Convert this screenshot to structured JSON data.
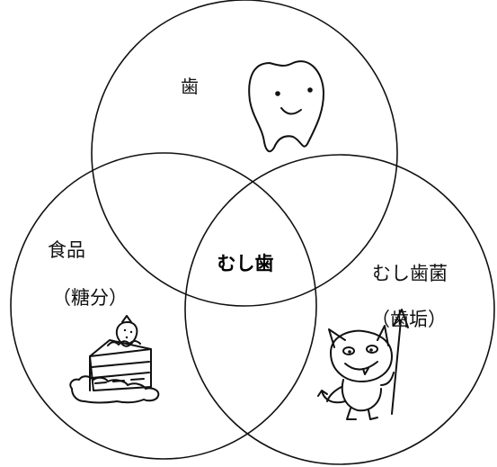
{
  "diagram": {
    "sets": {
      "tooth": {
        "label": "歯",
        "icon": "smiling-tooth-icon"
      },
      "food": {
        "label": "食品",
        "sublabel": "（糖分）",
        "icon": "strawberry-cake-icon"
      },
      "bacteria": {
        "label": "むし歯菌",
        "sublabel": "（歯垢）",
        "icon": "cavity-germ-devil-icon"
      }
    },
    "intersection": {
      "label": "むし歯"
    },
    "colors": {
      "stroke": "#111111",
      "background": "#ffffff"
    }
  }
}
